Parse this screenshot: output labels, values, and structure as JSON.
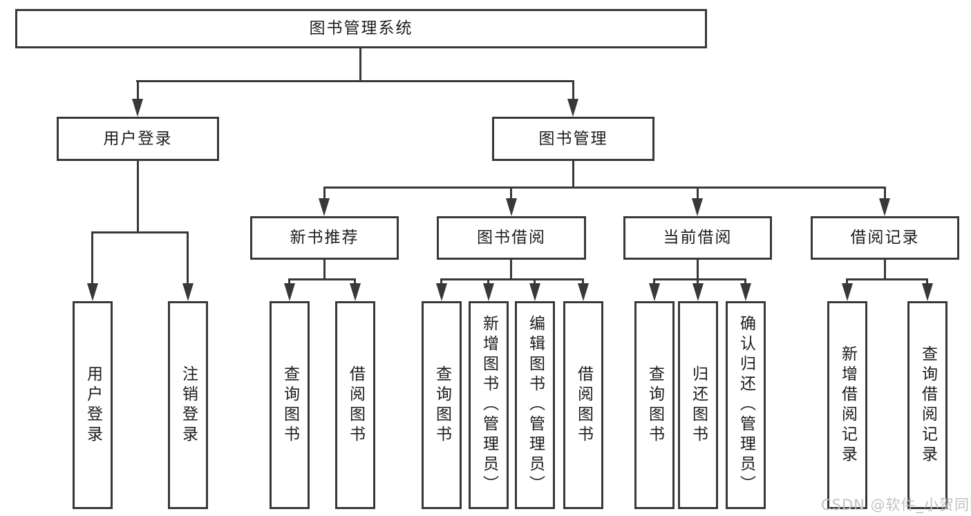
{
  "diagram": {
    "root": {
      "label": "图书管理系统"
    },
    "branches": [
      {
        "label": "用户登录",
        "children": [
          {
            "label": "用户登录"
          },
          {
            "label": "注销登录"
          }
        ]
      },
      {
        "label": "图书管理",
        "children": [
          {
            "label": "新书推荐",
            "children": [
              {
                "label": "查询图书"
              },
              {
                "label": "借阅图书"
              }
            ]
          },
          {
            "label": "图书借阅",
            "children": [
              {
                "label": "查询图书"
              },
              {
                "label": "新增图书（管理员）"
              },
              {
                "label": "编辑图书（管理员）"
              },
              {
                "label": "借阅图书"
              }
            ]
          },
          {
            "label": "当前借阅",
            "children": [
              {
                "label": "查询图书"
              },
              {
                "label": "归还图书"
              },
              {
                "label": "确认归还（管理员）"
              }
            ]
          },
          {
            "label": "借阅记录",
            "children": [
              {
                "label": "新增借阅记录"
              },
              {
                "label": "查询借阅记录"
              }
            ]
          }
        ]
      }
    ]
  },
  "watermark": {
    "text": "CSDN @软件_小贺同学"
  },
  "colors": {
    "line": "#383838",
    "text": "#1c1c1c",
    "watermark": "#c2c2c2",
    "background": "#ffffff"
  }
}
